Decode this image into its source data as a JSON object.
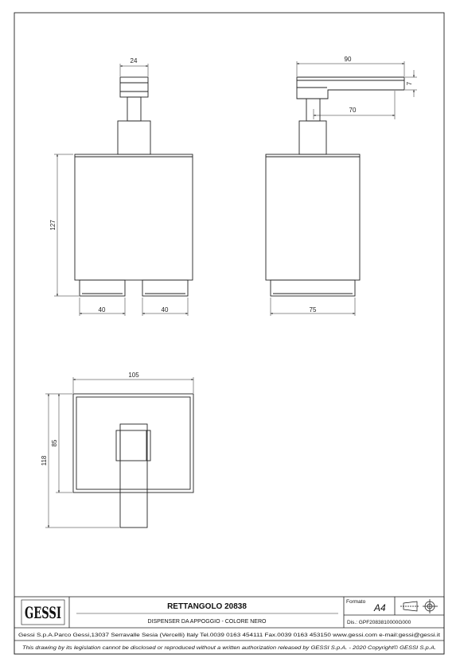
{
  "drawing": {
    "front_view": {
      "dims": {
        "cap_width": "24",
        "height": "127",
        "foot_left": "40",
        "foot_right": "40"
      }
    },
    "side_view": {
      "dims": {
        "spout_length": "90",
        "spout_thickness": "7",
        "spout_offset": "70",
        "base_width": "75"
      }
    },
    "top_view": {
      "dims": {
        "plate_width": "105",
        "plate_height": "85",
        "overall_height": "118"
      }
    }
  },
  "title_block": {
    "logo_text": "GESSI",
    "product_title": "RETTANGOLO 20838",
    "product_subtitle": "DISPENSER DA APPOGGIO - COLORE NERO",
    "format_label": "Formato",
    "format_value": "A4",
    "drawing_number": "Dis.: GPF2083810000G000",
    "company_line": "Gessi S.p.A.Parco Gessi,13037 Serravalle Sesia (Vercelli) Italy Tel.0039 0163 454111 Fax.0039 0163 453150 www.gessi.com e-mail:gessi@gessi.it",
    "legal_line": "This drawing by its legislation cannot be disclosed or reproduced without a written authorization released by GESSI S.p.A. - 2020 Copyright© GESSI S.p.A."
  }
}
